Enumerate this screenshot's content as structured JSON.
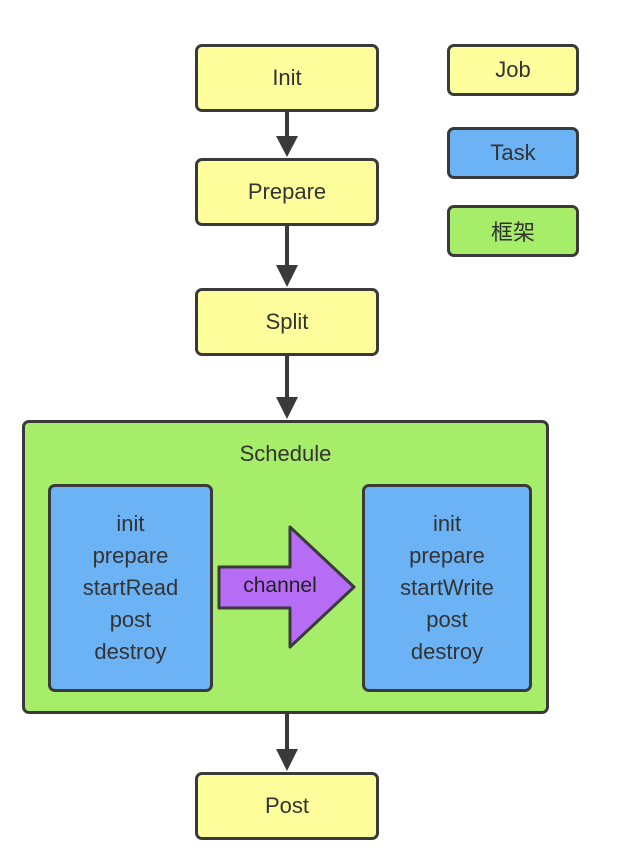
{
  "stages": {
    "init": "Init",
    "prepare": "Prepare",
    "split": "Split",
    "post": "Post"
  },
  "schedule": {
    "title": "Schedule",
    "reader_steps": [
      "init",
      "prepare",
      "startRead",
      "post",
      "destroy"
    ],
    "writer_steps": [
      "init",
      "prepare",
      "startWrite",
      "post",
      "destroy"
    ],
    "channel_label": "channel"
  },
  "legend": {
    "job": "Job",
    "task": "Task",
    "framework": "框架"
  },
  "colors": {
    "job": "#fefe9c",
    "task": "#6cb3f6",
    "framework": "#a6ee6a",
    "channel": "#b66cf5",
    "border": "#3a3a3a"
  }
}
